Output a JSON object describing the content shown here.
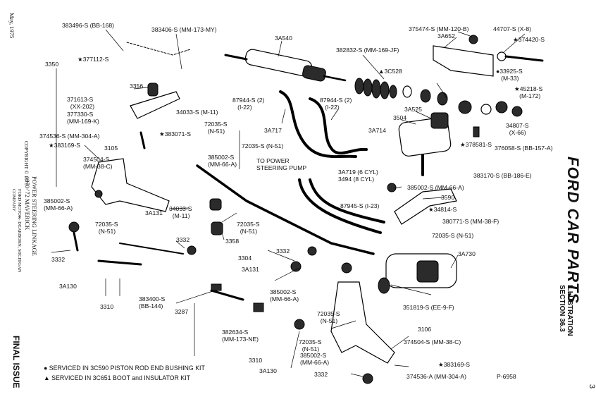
{
  "side": {
    "date": "May, 1975",
    "copyright": "COPYRIGHT © 1975",
    "title_line1": "POWER STEERING LINKAGE",
    "title_line2": "1970-'72   MAVERICK",
    "company_line1": "FORD MOTOR",
    "company_line2": "COMPANY",
    "company_city": "— DEARBORN, MICHIGAN",
    "final": "FINAL ISSUE",
    "brand": "FORD CAR PARTS",
    "section_line1": "ILLUSTRATION",
    "section_line2": "SECTION 36.3",
    "page_number": "3"
  },
  "labels": {
    "l383496": "383496-S (BB-168)",
    "l383406": "383406-S (MM-173-MY)",
    "l3A540": "3A540",
    "l375474": "375474-S (MM-120-B)",
    "l3A652": "3A652",
    "l44707": "44707-S (X-8)",
    "l374420": "★374420-S",
    "l377112": "★377112-S",
    "l382832": "382832-S (MM-169-JF)",
    "l3350": "3350",
    "l3C528": "▲3C528",
    "l33925": "●33925-S\n   (M-33)",
    "l3356": "3356",
    "l87944a": "87944-S (2)\n   (I-22)",
    "l87944b": "87944-S (2)\n   (I-22)",
    "l3A525": "3A525",
    "l45218": "★45218-S\n   (M-172)",
    "l371613": "371613-S\n  (XX-202)",
    "l377330": "377330-S\n(MM-169-K)",
    "l34033a": "34033-S (M-11)",
    "l3504": "3504",
    "l34807": "34807-S\n  (X-66)",
    "l72035a": "72035-S\n  (N-51)",
    "l383071": "★383071-S",
    "l3A717": "3A717",
    "l3A714": "3A714",
    "l374536a": "374536-S (MM-304-A)",
    "l383169a": "★383169-S",
    "l3105": "3105",
    "l72035b": "72035-S (N-51)",
    "l378581": "★378581-S",
    "l376058": "376058-S (BB-157-A)",
    "l374504a": "374504-S\n(MM-38-C)",
    "l385002a": "385002-S\n(MM-66-A)",
    "l to_pump": "TO POWER\nSTEERING PUMP",
    "l383170": "383170-S (BB-186-E)",
    "l3A719": "3A719 (6 CYL)\n3494 (8 CYL)",
    "l385002b": "385002-S (MM-66-A)",
    "l3590": "3590",
    "l385002c": "385002-S\n(MM-66-A)",
    "l3A131a": "3A131",
    "l34033b": "34033-S\n  (M-11)",
    "l87945": "87945-S (I-23)",
    "l34814": "★34814-S",
    "l380771": "380771-S (MM-38-F)",
    "l72035c": "72035-S\n  (N-51)",
    "l72035d": "72035-S\n  (N-51)",
    "l72035e": "72035-S (N-51)",
    "l3332a": "3332",
    "l3358": "3358",
    "l3304": "3304",
    "l3332b": "3332",
    "l3A730": "3A730",
    "l3332c": "3332",
    "l3A131b": "3A131",
    "l3A130a": "3A130",
    "l385002d": "385002-S\n(MM-66-A)",
    "l3310a": "3310",
    "l383400": "383400-S\n(BB-144)",
    "l3287": "3287",
    "l351819": "351819-S (EE-9-F)",
    "l72035f": "72035-S\n  (N-51)",
    "l3106": "3106",
    "l382634": "382634-S\n(MM-173-NE)",
    "l72035g": "72035-S\n  (N-51)",
    "l374504b": "374504-S (MM-38-C)",
    "l385002e": "385002-S\n(MM-66-A)",
    "l3310b": "3310",
    "l383169b": "★383169-S",
    "l3A130b": "3A130",
    "l3332d": "3332",
    "l374536b": "374536-A (MM-304-A)",
    "lP6958": "P-6958"
  },
  "footnotes": {
    "note1": "● SERVICED IN 3C590 PISTON ROD END BUSHING KIT",
    "note2": "▲ SERVICED IN 3C651 BOOT and INSULATOR KIT"
  }
}
